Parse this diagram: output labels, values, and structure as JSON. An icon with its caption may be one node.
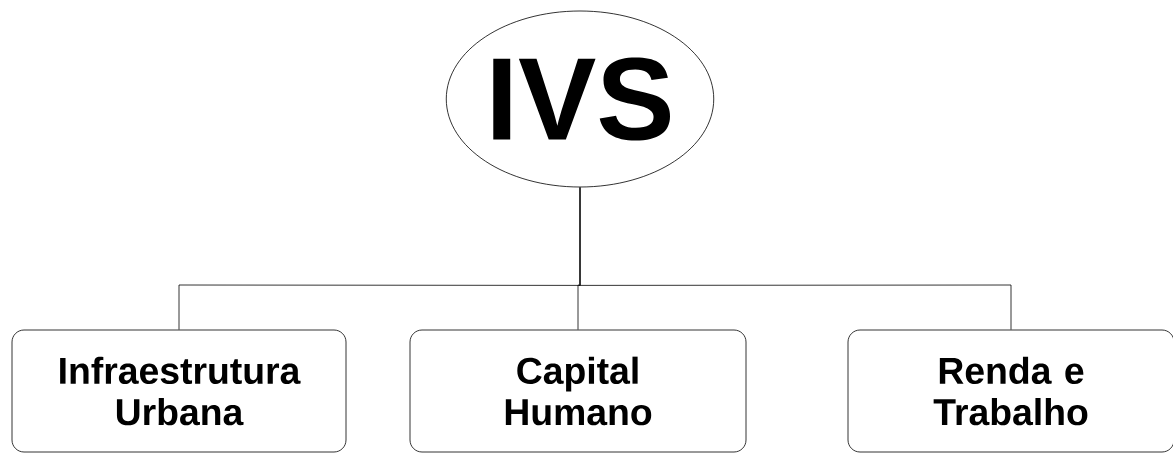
{
  "diagram": {
    "nodes": [
      {
        "text": [
          "IVS"
        ]
      },
      {
        "text": [
          "Infraestrutura Urbana"
        ]
      },
      {
        "text": [
          "Capital Humano"
        ]
      },
      {
        "text": [
          "Renda e Trabalho"
        ]
      }
    ],
    "edges": [
      {
        "from": 0,
        "to": 1,
        "arrow": "none"
      },
      {
        "from": 0,
        "to": 2,
        "arrow": "none"
      },
      {
        "from": 0,
        "to": 3,
        "arrow": "none"
      }
    ]
  }
}
